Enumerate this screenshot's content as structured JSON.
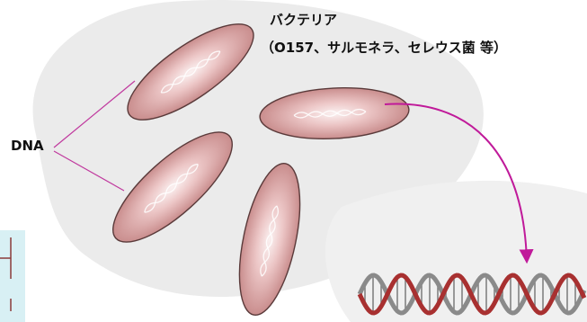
{
  "title": "バクテリア",
  "subtitle": "（O157、サルモネラ、セレウス菌  等）",
  "dna_label": "DNA",
  "colors": {
    "background_blob": "#ebebeb",
    "bacterium_fill": "#dca5a5",
    "bacterium_edge": "#5a3a3a",
    "leader_line": "#c0399e",
    "arrow": "#c01a9a",
    "helix_red": "#a83030",
    "helix_grey": "#8a8a8a",
    "corner_mark": "#8b3a3a",
    "corner_panel": "#d8f0f4"
  },
  "bacteria_count": 4
}
